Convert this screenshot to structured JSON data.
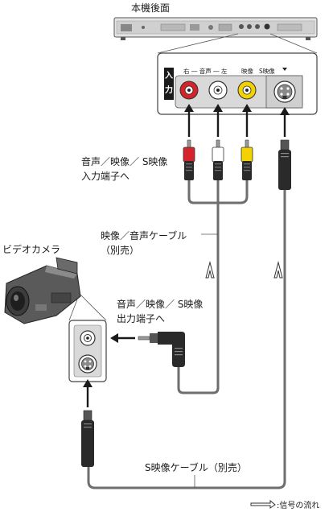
{
  "main_unit": {
    "title": "本機後面"
  },
  "input_panel": {
    "side_label": "入力",
    "jack_labels": {
      "audio": "右 ― 音声 ― 左",
      "video": "映像",
      "s_video": "S映像"
    }
  },
  "labels": {
    "input_terminal_line1": "音声／映像／ S映像",
    "input_terminal_line2": "入力端子へ",
    "av_cable_line1": "映像／音声ケーブル",
    "av_cable_line2": "（別売）",
    "camcorder": "ビデオカメラ",
    "output_terminal_line1": "音声／映像／ S映像",
    "output_terminal_line2": "出力端子へ",
    "s_video_cable": "S映像ケーブル（別売）",
    "signal_flow_legend": ":信号の流れ"
  },
  "colors": {
    "audio_right": "#d4232b",
    "audio_left": "#ffffff",
    "video": "#f2d200",
    "cable": "#6e6e6e",
    "panel_gray": "#d9d9d9"
  }
}
